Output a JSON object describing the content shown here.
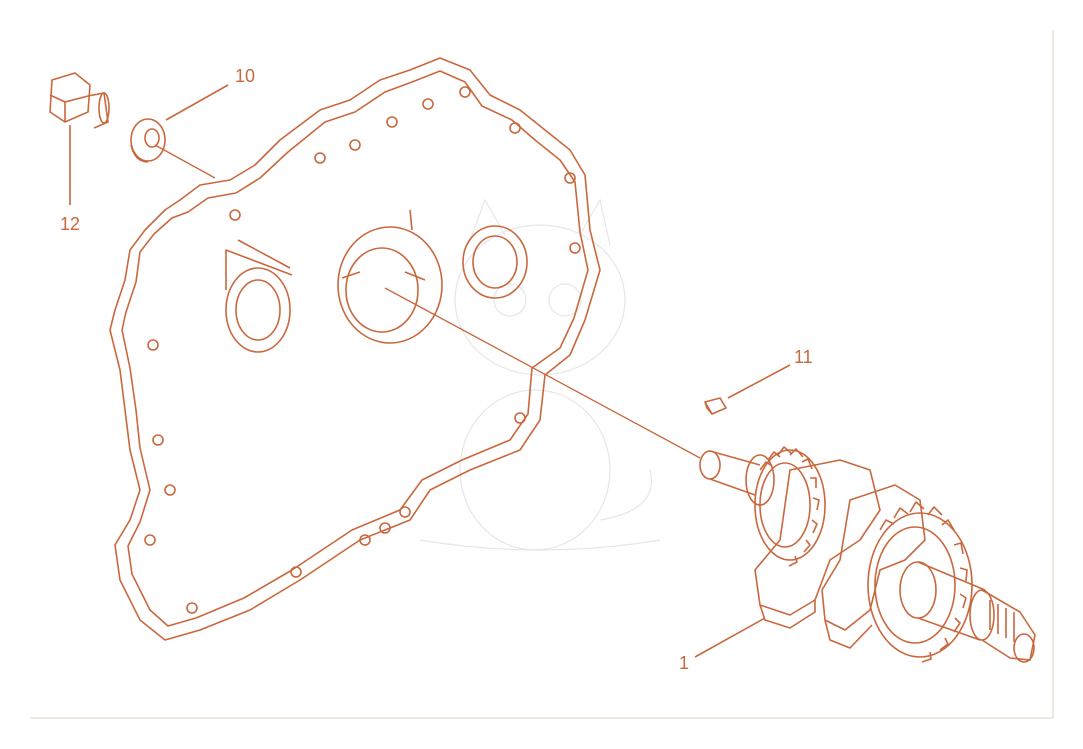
{
  "diagram": {
    "stroke_color": "#c9683e",
    "frame_color": "#eadfd9",
    "watermark_color": "#d8d8d8",
    "callouts": [
      {
        "id": "callout-10",
        "label": "10",
        "part": "washer"
      },
      {
        "id": "callout-12",
        "label": "12",
        "part": "flange-bolt"
      },
      {
        "id": "callout-11",
        "label": "11",
        "part": "key"
      },
      {
        "id": "callout-1",
        "label": "1",
        "part": "crankshaft"
      }
    ]
  }
}
